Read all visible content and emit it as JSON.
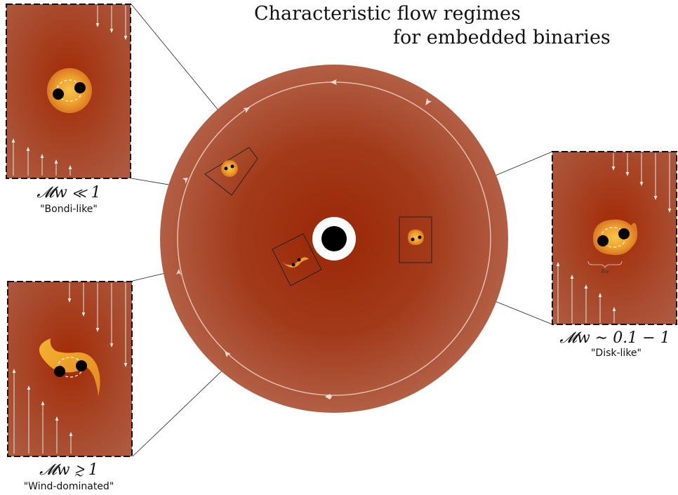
{
  "title": {
    "line1": "Characteristic flow regimes",
    "line2": "for embedded binaries"
  },
  "panels": {
    "bondi": {
      "regime": "𝓜w ≪ 1",
      "label": "\"Bondi-like\""
    },
    "disk": {
      "regime": "𝓜w ∼ 0.1 − 1",
      "label": "\"Disk-like\"",
      "radius_label": "Rw"
    },
    "wind": {
      "regime": "𝓜w ≳ 1",
      "label": "\"Wind-dominated\""
    }
  },
  "colors": {
    "disk_outer": "#b05a40",
    "disk_inner": "#9e2d0c",
    "panel_bg": "#a9472a",
    "blob": "#f2a42a",
    "flow_lines": "#e9d2c6",
    "arrows": "#d8ece4"
  }
}
